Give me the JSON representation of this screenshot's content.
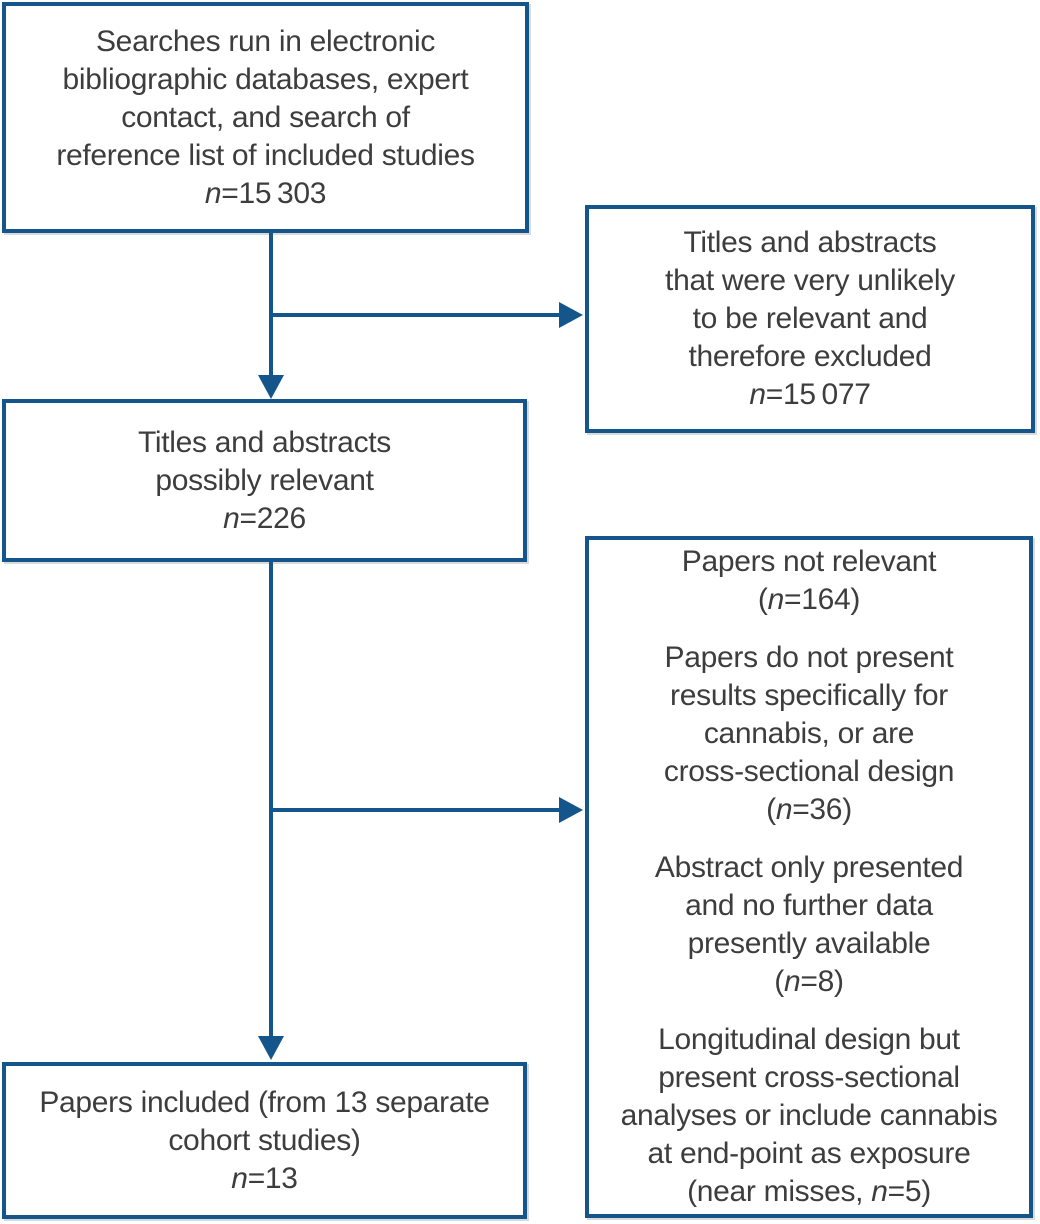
{
  "figure": {
    "type": "study-selection-flow-diagram",
    "colors": {
      "accent": "#14568c",
      "text": "#3d3d3d",
      "background": "#ffffff"
    }
  },
  "boxes": {
    "searches": {
      "paragraphs": [
        [
          {
            "text": "Searches run in electronic"
          },
          {
            "text": "bibliographic databases, expert"
          },
          {
            "text": "contact, and search of"
          },
          {
            "text": "reference list of included studies"
          },
          {
            "italic": "n",
            "text": "=15 303"
          }
        ]
      ]
    },
    "excluded_titles": {
      "paragraphs": [
        [
          {
            "text": "Titles and abstracts"
          },
          {
            "text": "that were very unlikely"
          },
          {
            "text": "to be relevant and"
          },
          {
            "text": "therefore excluded"
          },
          {
            "italic": "n",
            "text": "=15 077"
          }
        ]
      ]
    },
    "possibly_relevant": {
      "paragraphs": [
        [
          {
            "text": "Titles and abstracts"
          },
          {
            "text": "possibly relevant"
          },
          {
            "italic": "n",
            "text": "=226"
          }
        ]
      ]
    },
    "excluded_papers": {
      "paragraphs": [
        [
          {
            "text": "Papers not relevant"
          },
          {
            "pre": "(",
            "italic": "n",
            "text": "=164)"
          }
        ],
        [
          {
            "text": "Papers do not present"
          },
          {
            "text": "results specifically for"
          },
          {
            "text": "cannabis, or are"
          },
          {
            "text": "cross-sectional design"
          },
          {
            "pre": "(",
            "italic": "n",
            "text": "=36)"
          }
        ],
        [
          {
            "text": "Abstract only presented"
          },
          {
            "text": "and no further data"
          },
          {
            "text": "presently available"
          },
          {
            "pre": "(",
            "italic": "n",
            "text": "=8)"
          }
        ],
        [
          {
            "text": "Longitudinal design but"
          },
          {
            "text": "present cross-sectional"
          },
          {
            "text": "analyses or include cannabis"
          },
          {
            "text": "at end-point as exposure"
          },
          {
            "pre": "(near misses, ",
            "italic": "n",
            "text": "=5)"
          }
        ]
      ]
    },
    "included": {
      "paragraphs": [
        [
          {
            "text": "Papers included (from 13 separate"
          },
          {
            "text": "cohort studies)"
          },
          {
            "italic": "n",
            "text": "=13"
          }
        ]
      ]
    }
  }
}
